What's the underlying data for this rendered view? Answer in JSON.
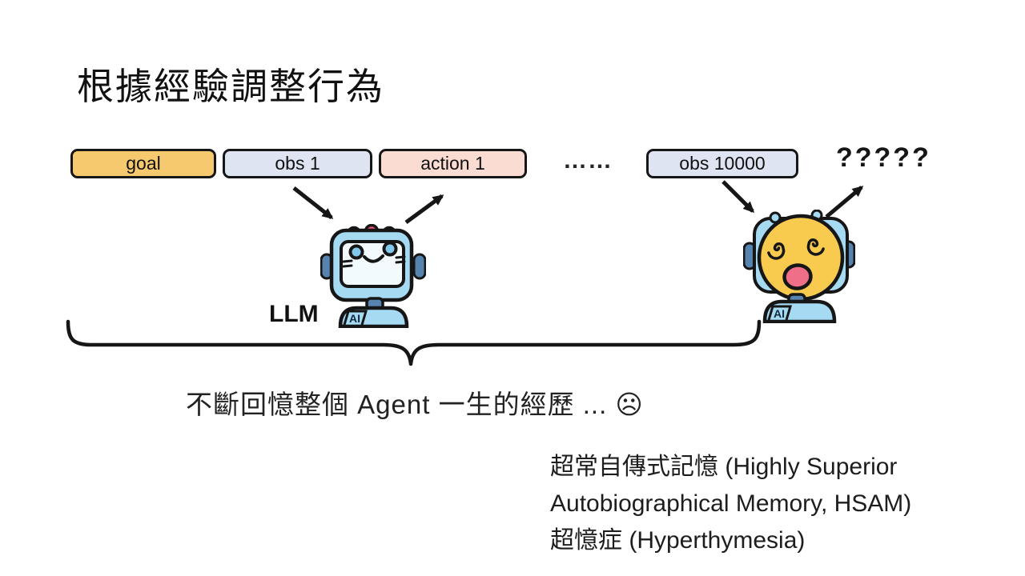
{
  "slide": {
    "title": "根據經驗調整行為",
    "sequence": {
      "goal": "goal",
      "obs1": "obs 1",
      "action1": "action 1",
      "ellipsis": "……",
      "obs10000": "obs 10000",
      "future_unknown": "?????"
    },
    "llm_label": "LLM",
    "robot_badge": "AI",
    "caption": "不斷回憶整個 Agent 一生的經歷 ... ☹",
    "notes": {
      "hsam_line1": "超常自傳式記憶 (Highly Superior",
      "hsam_line2": "Autobiographical Memory, HSAM)",
      "hyperthymesia": "超憶症 (Hyperthymesia)"
    },
    "colors": {
      "goal_fill": "#F6C96E",
      "obs_fill": "#DEE4F2",
      "action_fill": "#FBDCD2",
      "outline": "#161616",
      "robot_body": "#A6DAF2",
      "robot_dark": "#5684AE",
      "robot_screen": "#F3FAFE",
      "robot_antenna": "#E45577",
      "dizzy_face": "#F8CA4E",
      "dizzy_mouth": "#EE6F87"
    }
  }
}
